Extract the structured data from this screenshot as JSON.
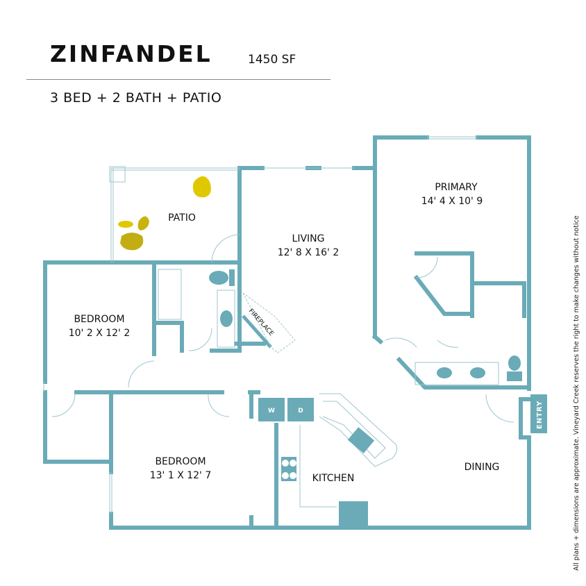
{
  "header": {
    "plan_name": "ZINFANDEL",
    "square_feet": "1450 SF",
    "summary": "3 BED  +  2 BATH  +  PATIO"
  },
  "disclaimer": "All plans + dimensions are approximate. Vineyard Creek reserves the right to make changes without notice",
  "colors": {
    "wall": "#6aabb7",
    "fixture": "#6aabb7",
    "accent_yellow": "#e0c800",
    "accent_olive": "#c2ad14",
    "text": "#111111"
  },
  "rooms": {
    "patio": {
      "label": "PATIO"
    },
    "living": {
      "label": "LIVING",
      "dimensions": "12' 8 X 16' 2"
    },
    "primary": {
      "label": "PRIMARY",
      "dimensions": "14' 4 X 10' 9"
    },
    "bedroom_1": {
      "label": "BEDROOM",
      "dimensions": "10' 2 X 12' 2"
    },
    "bedroom_2": {
      "label": "BEDROOM",
      "dimensions": "13' 1 X 12' 7"
    },
    "kitchen": {
      "label": "KITCHEN"
    },
    "dining": {
      "label": "DINING"
    }
  },
  "fixtures": {
    "fireplace": "FIREPLACE",
    "washer": "W",
    "dryer": "D",
    "entry": "ENTRY"
  }
}
